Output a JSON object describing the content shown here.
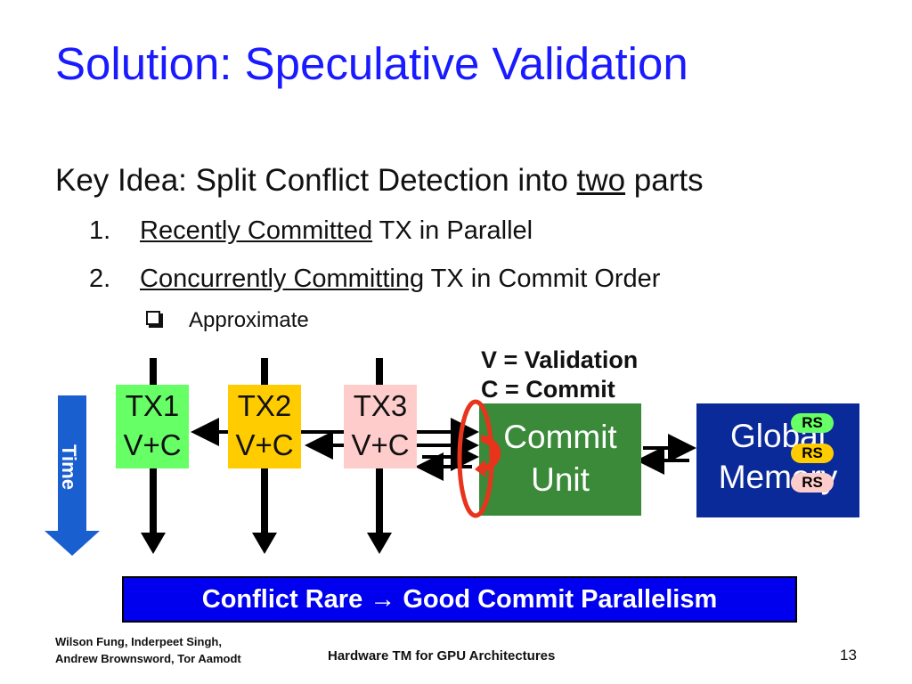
{
  "title": "Solution: Speculative Validation",
  "key_idea": {
    "prefix": "Key Idea: Split Conflict Detection into ",
    "underlined": "two",
    "suffix": " parts"
  },
  "list_items": [
    {
      "number": "1.",
      "underlined": "Recently Committed",
      "rest": " TX in Parallel"
    },
    {
      "number": "2.",
      "underlined": "Concurrently Committing",
      "rest": " TX in Commit Order"
    }
  ],
  "sub_bullet": "Approximate",
  "legend": {
    "line1": "V = Validation",
    "line2": "C = Commit"
  },
  "diagram": {
    "time_label": "Time",
    "transactions": [
      {
        "name": "TX1",
        "op": "V+C",
        "color": "#66ff66"
      },
      {
        "name": "TX2",
        "op": "V+C",
        "color": "#ffcc00"
      },
      {
        "name": "TX3",
        "op": "V+C",
        "color": "#ffcccc"
      }
    ],
    "commit_unit": {
      "line1": "Commit",
      "line2": "Unit",
      "color": "#3a8a3a"
    },
    "global_memory": {
      "line1": "Global",
      "line2": "Memory",
      "color": "#0a2a9a"
    },
    "rs_badges": [
      {
        "label": "RS",
        "color": "#66ff66"
      },
      {
        "label": "RS",
        "color": "#ffcc00"
      },
      {
        "label": "RS",
        "color": "#ffcccc"
      }
    ],
    "highlight_color": "#e8341c"
  },
  "banner": "Conflict Rare → Good Commit Parallelism",
  "footer": {
    "authors_line1": "Wilson Fung, Inderpeet Singh,",
    "authors_line2": "Andrew Brownsword, Tor Aamodt",
    "title": "Hardware TM for GPU Architectures",
    "page": "13"
  }
}
